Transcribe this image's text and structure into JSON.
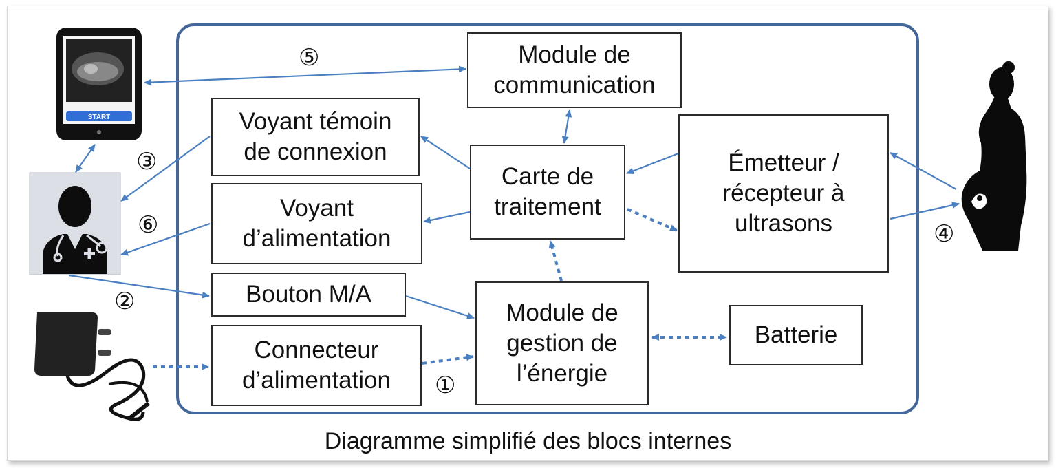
{
  "blocks": {
    "module_communication": "Module de\ncommunication",
    "voyant_temoin": "Voyant témoin\nde connexion",
    "voyant_alimentation": "Voyant\nd’alimentation",
    "bouton_ma": "Bouton M/A",
    "connecteur_alimentation": "Connecteur\nd’alimentation",
    "carte_traitement": "Carte de\ntraitement",
    "module_gestion_energie": "Module de\ngestion de\nl’énergie",
    "emetteur_recepteur": "Émetteur /\nrécepteur à\nultrasons",
    "batterie": "Batterie"
  },
  "numbers": {
    "n1": "①",
    "n2": "②",
    "n3": "③",
    "n4": "④",
    "n5": "⑤",
    "n6": "⑥"
  },
  "tablet": {
    "start_label": "START"
  },
  "caption": "Diagramme simplifié des blocs internes",
  "colors": {
    "enclosure": "#44679b",
    "arrow": "#4a7fc1",
    "block_border": "#2b2b2b"
  }
}
